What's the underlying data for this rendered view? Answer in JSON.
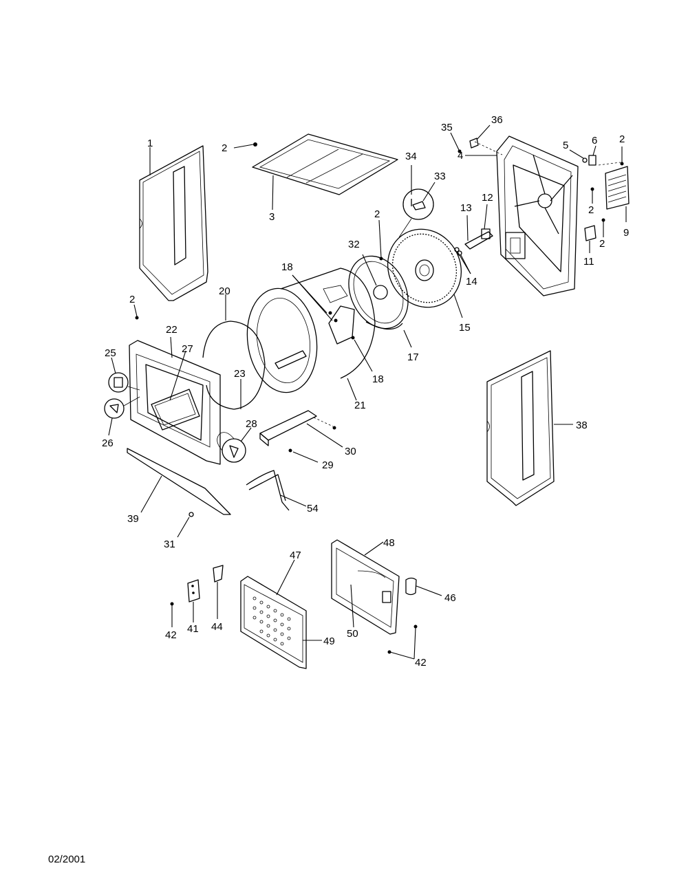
{
  "labels": {
    "p1": "1",
    "p2a": "2",
    "p2b": "2",
    "p2c": "2",
    "p2d": "2",
    "p2e": "2",
    "p2f": "2",
    "p3": "3",
    "p4": "4",
    "p5": "5",
    "p6": "6",
    "p9": "9",
    "p11": "11",
    "p12": "12",
    "p13": "13",
    "p14": "14",
    "p15": "15",
    "p17": "17",
    "p18a": "18",
    "p18b": "18",
    "p20": "20",
    "p21": "21",
    "p22": "22",
    "p23": "23",
    "p25": "25",
    "p26": "26",
    "p27": "27",
    "p28": "28",
    "p29": "29",
    "p30": "30",
    "p31": "31",
    "p32": "32",
    "p33": "33",
    "p34": "34",
    "p35": "35",
    "p36": "36",
    "p38": "38",
    "p39": "39",
    "p41": "41",
    "p42a": "42",
    "p42b": "42",
    "p44": "44",
    "p46": "46",
    "p47": "47",
    "p48": "48",
    "p49": "49",
    "p50": "50",
    "p54": "54"
  },
  "footer": {
    "date": "02/2001"
  }
}
